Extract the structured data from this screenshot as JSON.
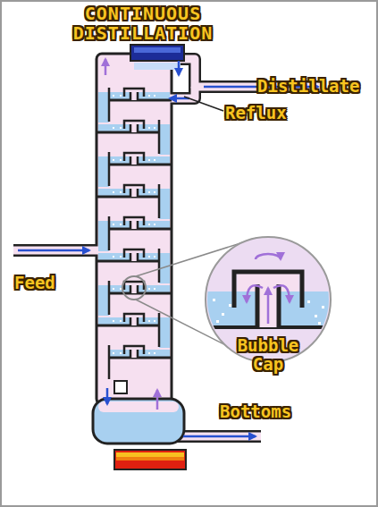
{
  "diagram": {
    "title": "CONTINUOUS DISTILLATION",
    "labels": [
      "Distillate",
      "Reflux",
      "Feed",
      "Bubble Cap",
      "Bottoms"
    ]
  }
}
